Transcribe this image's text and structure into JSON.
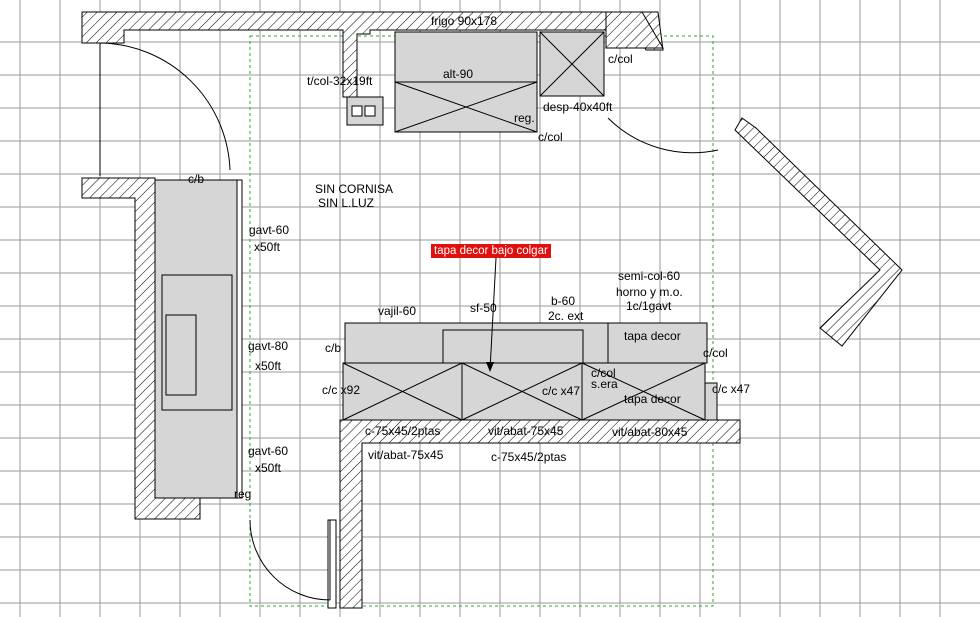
{
  "labels": {
    "frigo": "frigo 90x178",
    "c_col_top_right": "c/col",
    "t_col": "t/col-32x19ft",
    "alt_90": "alt-90",
    "desp": "desp-40x40ft",
    "reg_top": "reg.",
    "c_col_top_mid": "c/col",
    "c_b_left": "c/b",
    "sin_cornisa": "SIN CORNISA",
    "sin_luz": "SIN L.LUZ",
    "gavt_60_top": "gavt-60",
    "x50ft_1": "x50ft",
    "gavt_80": "gavt-80",
    "x50ft_2": "x50ft",
    "gavt_60_bottom": "gavt-60",
    "x50ft_3": "x50ft",
    "reg_bottom": "reg",
    "semi_col": "semi-col-60",
    "horno": "horno y m.o.",
    "c1_gavt": "1c/1gavt",
    "vajil": "vajil-60",
    "sf_50": "sf-50",
    "b_60": "b-60",
    "c_ext": "2c. ext",
    "tapa_decor_top": "tapa decor",
    "c_b_island": "c/b",
    "c_col_right": "c/col",
    "c_c_x92": "c/c x92",
    "c_col_sera1": "c/col",
    "c_col_sera2": "s.era",
    "c_c_x47_mid": "c/c x47",
    "tapa_decor_bottom": "tapa decor",
    "c_c_x47_right": "c/c x47",
    "c_75x45_top": "c-75x45/2ptas",
    "vit_abat_75_top": "vit/abat-75x45",
    "vit_abat_80": "vit/abat-80x45",
    "vit_abat_75_bottom": "vit/abat-75x45",
    "c_75x45_bottom": "c-75x45/2ptas"
  },
  "callout": "tapa decor bajo colgar",
  "colors": {
    "callout_bg": "#e0100f",
    "grid": "#9a9a9a",
    "cabinet_fill": "#d6d6d6",
    "guide_dash": "#2eaa2e"
  }
}
